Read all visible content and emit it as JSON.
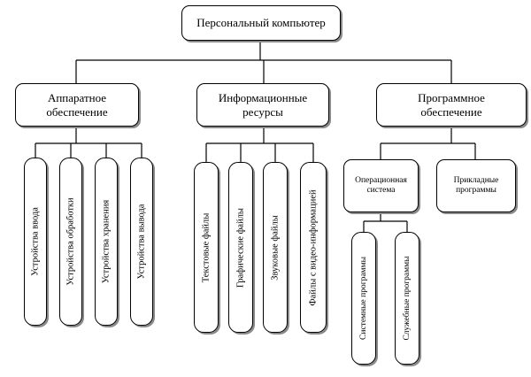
{
  "root": {
    "label": "Персональный компьютер"
  },
  "categories": [
    {
      "label_line1": "Аппаратное",
      "label_line2": "обеспечение",
      "items": [
        "Устройства ввода",
        "Устройства обработки",
        "Устройства хранения",
        "Устройства вывода"
      ]
    },
    {
      "label_line1": "Информационные",
      "label_line2": "ресурсы",
      "items": [
        "Текстовые файлы",
        "Графические файлы",
        "Звуковые файлы",
        "Файлы с видео-информацией"
      ]
    },
    {
      "label_line1": "Программное",
      "label_line2": "обеспечение",
      "subcategories": [
        {
          "label_line1": "Операционная",
          "label_line2": "система",
          "items": [
            "Системные программы",
            "Служебные программы"
          ]
        },
        {
          "label_line1": "Прикладные",
          "label_line2": "программы"
        }
      ]
    }
  ]
}
